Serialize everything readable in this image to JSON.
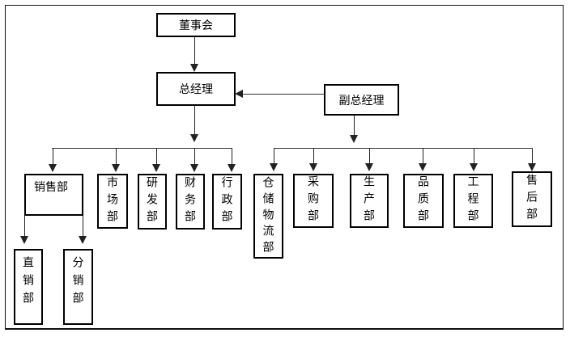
{
  "org": {
    "board": {
      "label": "董事会"
    },
    "general_manager": {
      "label": "总经理"
    },
    "deputy_general_manager": {
      "label": "副总经理"
    },
    "gm_departments": [
      {
        "id": "sales",
        "label": "销售部"
      },
      {
        "id": "marketing",
        "label": "市场部"
      },
      {
        "id": "rnd",
        "label": "研发部"
      },
      {
        "id": "finance",
        "label": "财务部"
      },
      {
        "id": "admin",
        "label": "行政部"
      }
    ],
    "dgm_departments": [
      {
        "id": "warehouse-logistics",
        "label": "仓储物流部"
      },
      {
        "id": "purchasing",
        "label": "采购部"
      },
      {
        "id": "production",
        "label": "生产部"
      },
      {
        "id": "quality",
        "label": "品质部"
      },
      {
        "id": "engineering",
        "label": "工程部"
      },
      {
        "id": "after-sales",
        "label": "售后部"
      }
    ],
    "sales_sub_departments": [
      {
        "id": "direct-sales",
        "label": "直销部"
      },
      {
        "id": "distribution",
        "label": "分销部"
      }
    ]
  },
  "colors": {
    "line": "#222222",
    "box_border": "#000000",
    "background": "#ffffff",
    "text": "#000000"
  }
}
